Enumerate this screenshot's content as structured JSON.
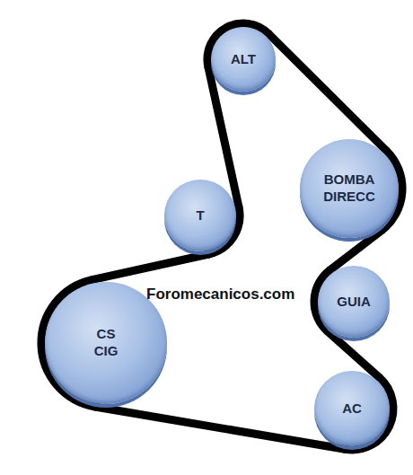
{
  "diagram": {
    "nodes": [
      {
        "text": [
          "ALT"
        ]
      },
      {
        "text": [
          "BOMBA DIRECC"
        ]
      },
      {
        "text": [
          "T"
        ]
      },
      {
        "text": [
          "GUIA"
        ]
      },
      {
        "text": [
          "CS CIG"
        ]
      },
      {
        "text": [
          "AC"
        ]
      }
    ],
    "edges": [
      {
        "from": 4,
        "to": 2,
        "arrow": "none"
      },
      {
        "from": 2,
        "to": 0,
        "arrow": "none"
      },
      {
        "from": 0,
        "to": 1,
        "arrow": "none"
      },
      {
        "from": 1,
        "to": 3,
        "arrow": "none"
      },
      {
        "from": 3,
        "to": 5,
        "arrow": "none"
      },
      {
        "from": 5,
        "to": 4,
        "arrow": "none"
      }
    ],
    "labels": [
      "Foromecanicos.com"
    ]
  }
}
